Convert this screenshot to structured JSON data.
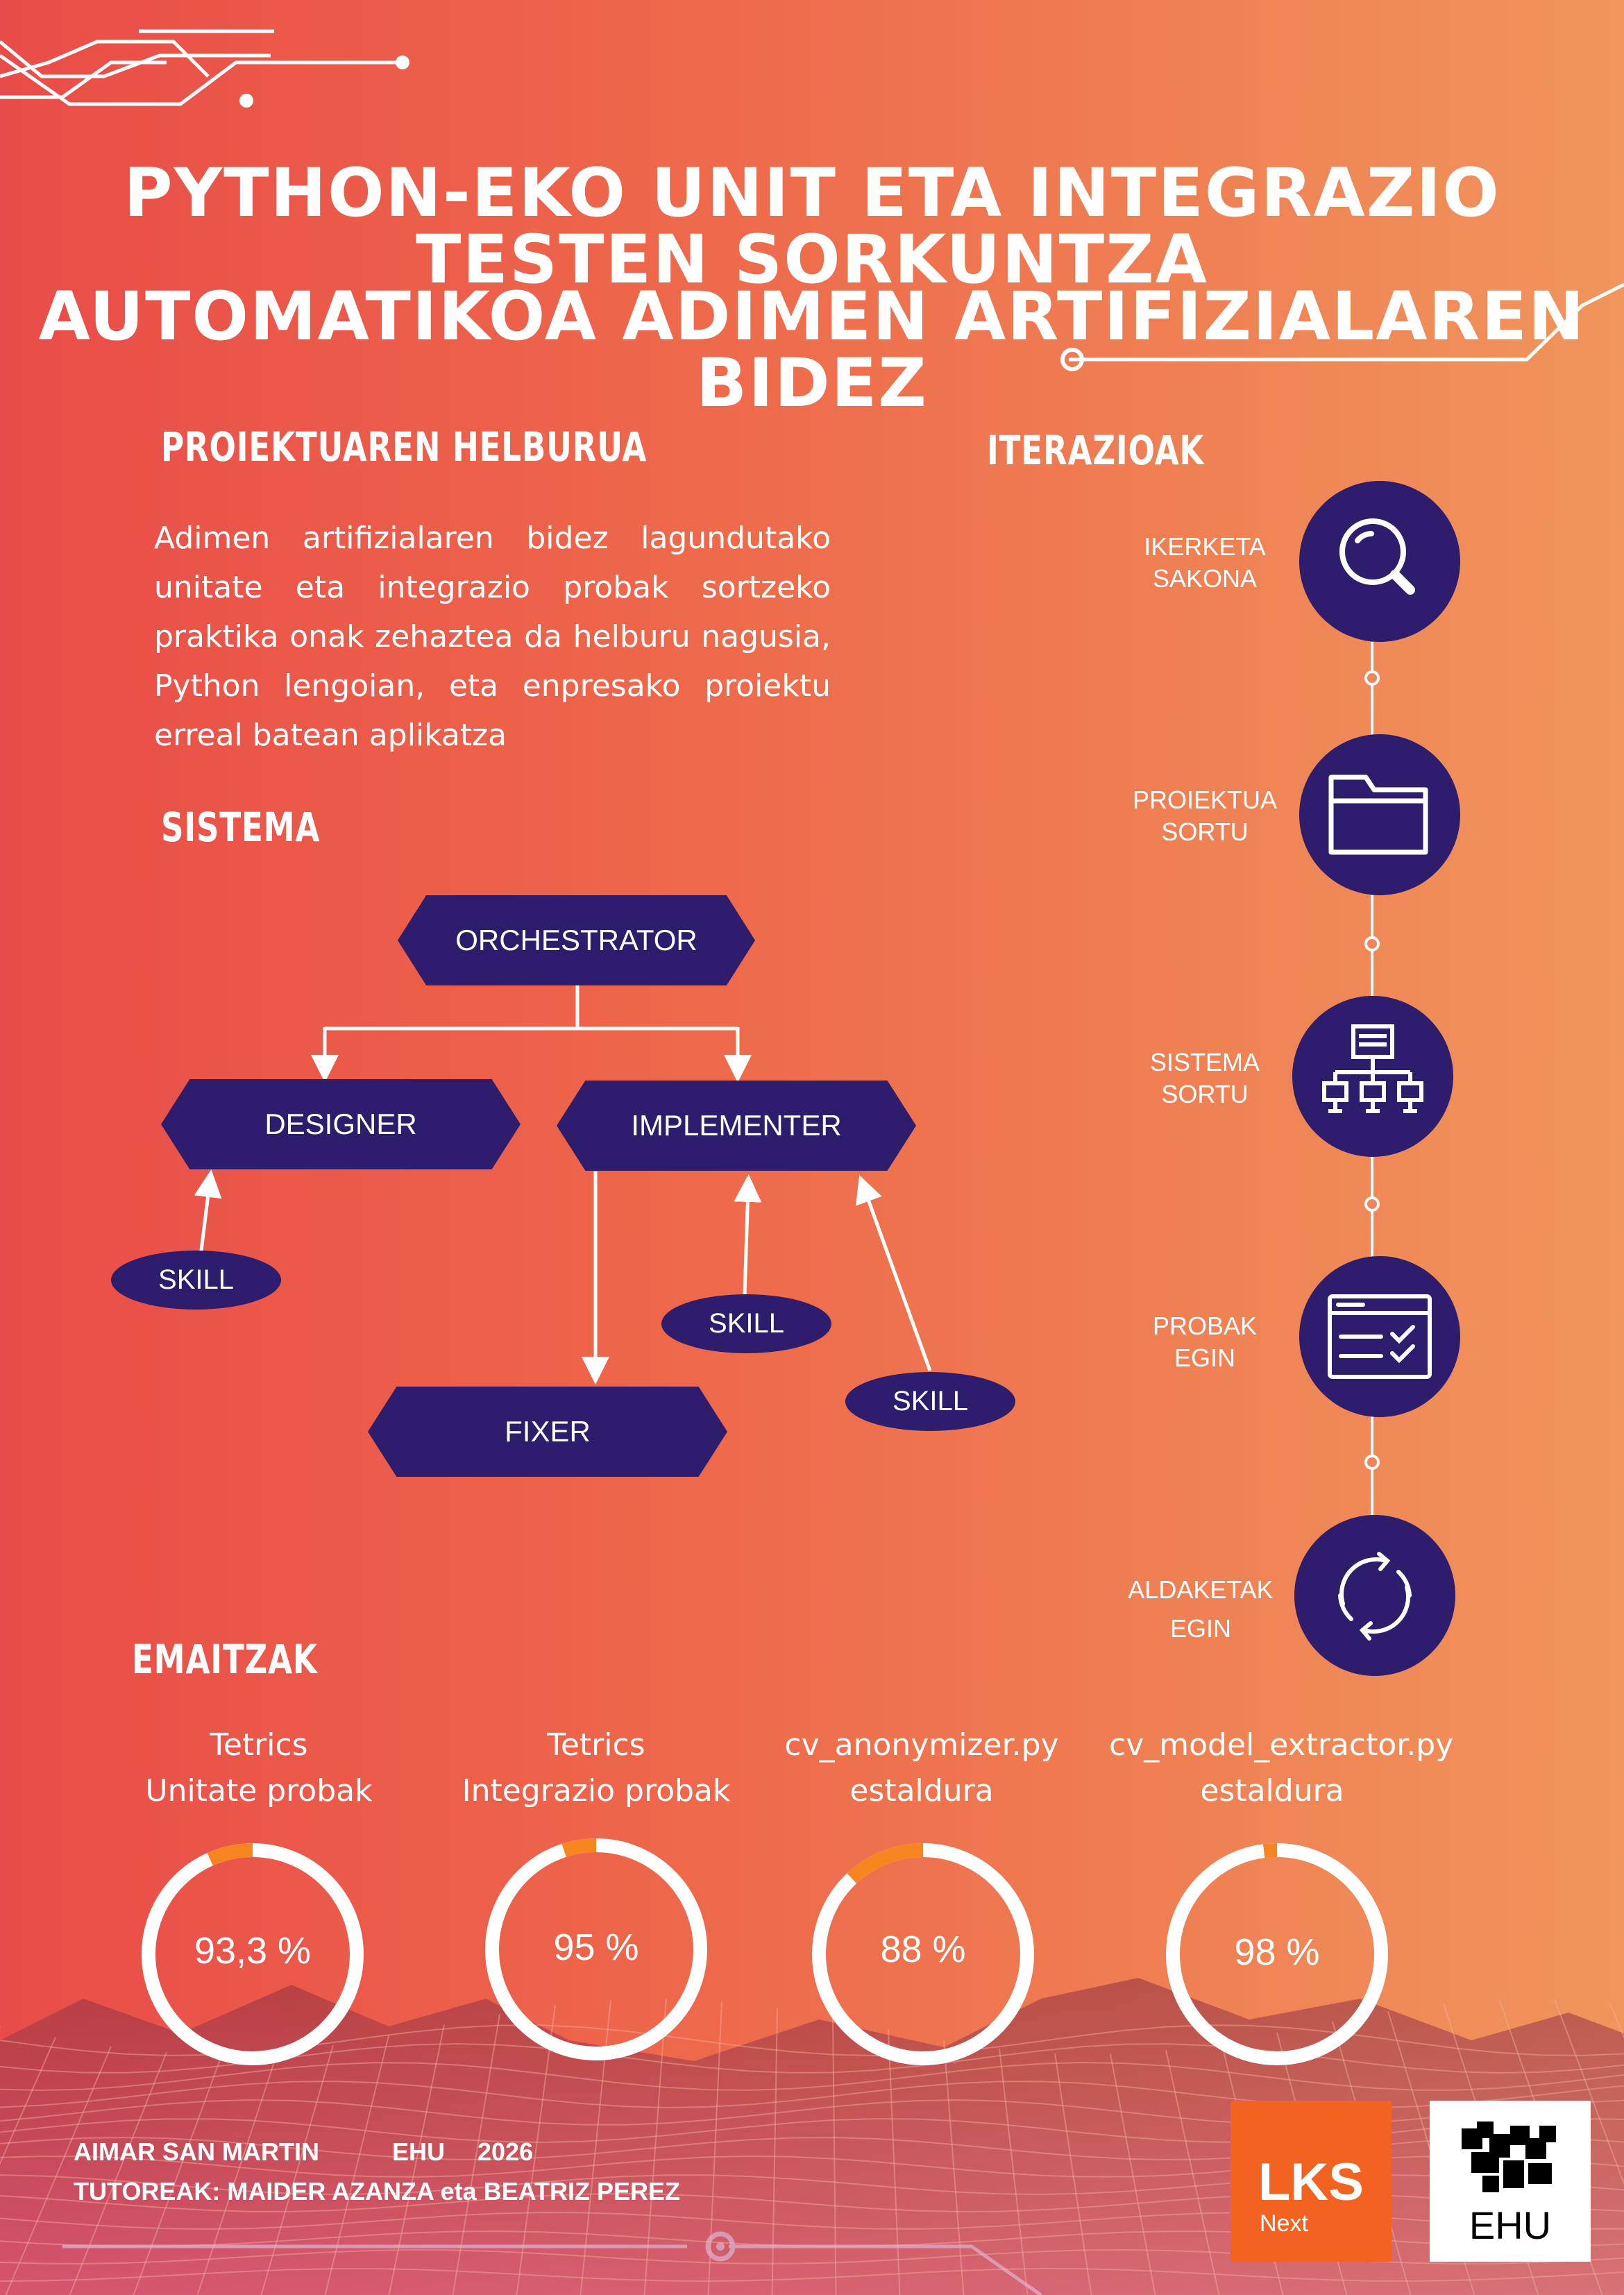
{
  "title": {
    "line1": "PYTHON-EKO UNIT ETA INTEGRAZIO TESTEN SORKUNTZA",
    "line2": "AUTOMATIKOA ADIMEN ARTIFIZIALAREN BIDEZ"
  },
  "goal": {
    "heading": "PROIEKTUAREN HELBURUA",
    "text": "Adimen artifizialaren bidez lagundutako unitate eta integrazio probak sortzeko praktika onak zehaztea da helburu nagusia, Python lengoian, eta enpresako proiektu erreal batean aplikatza"
  },
  "system": {
    "heading": "SISTEMA",
    "orchestrator": "ORCHESTRATOR",
    "designer": "DESIGNER",
    "implementer": "IMPLEMENTER",
    "fixer": "FIXER",
    "skill_1": "SKILL",
    "skill_2": "SKILL",
    "skill_3": "SKILL"
  },
  "iterations": {
    "heading": "ITERAZIOAK",
    "steps": [
      {
        "line1": "IKERKETA",
        "line2": "SAKONA",
        "icon": "magnifier-icon"
      },
      {
        "line1": "PROIEKTUA",
        "line2": "SORTU",
        "icon": "folder-icon"
      },
      {
        "line1": "SISTEMA",
        "line2": "SORTU",
        "icon": "network-icon"
      },
      {
        "line1": "PROBAK",
        "line2": "EGIN",
        "icon": "checklist-window-icon"
      },
      {
        "line1": "ALDAKETAK",
        "line2": "EGIN",
        "icon": "refresh-icon"
      }
    ]
  },
  "results": {
    "heading": "EMAITZAK",
    "colors": {
      "ring": "#ffffff",
      "accent": "#f7851f"
    },
    "items": [
      {
        "line1": "Tetrics",
        "line2": "Unitate probak",
        "label": "93,3 %",
        "value": 93.3
      },
      {
        "line1": "Tetrics",
        "line2": "Integrazio probak",
        "label": "95 %",
        "value": 95
      },
      {
        "line1": "cv_anonymizer.py",
        "line2": "estaldura",
        "label": "88 %",
        "value": 88
      },
      {
        "line1": "cv_model_extractor.py",
        "line2": "estaldura",
        "label": "98 %",
        "value": 98
      }
    ]
  },
  "footer": {
    "author": "AIMAR SAN MARTIN",
    "university": "EHU",
    "year": "2026",
    "tutors": "TUTOREAK: MAIDER AZANZA eta BEATRIZ PEREZ"
  },
  "logos": {
    "lks_main": "LKS",
    "lks_sub": "Next",
    "lks_color": "#f26322",
    "ehu_text": "EHU"
  },
  "colors": {
    "navy": "#2e1d6c",
    "gradient_left": "#e94c48",
    "gradient_right": "#f0955c"
  }
}
